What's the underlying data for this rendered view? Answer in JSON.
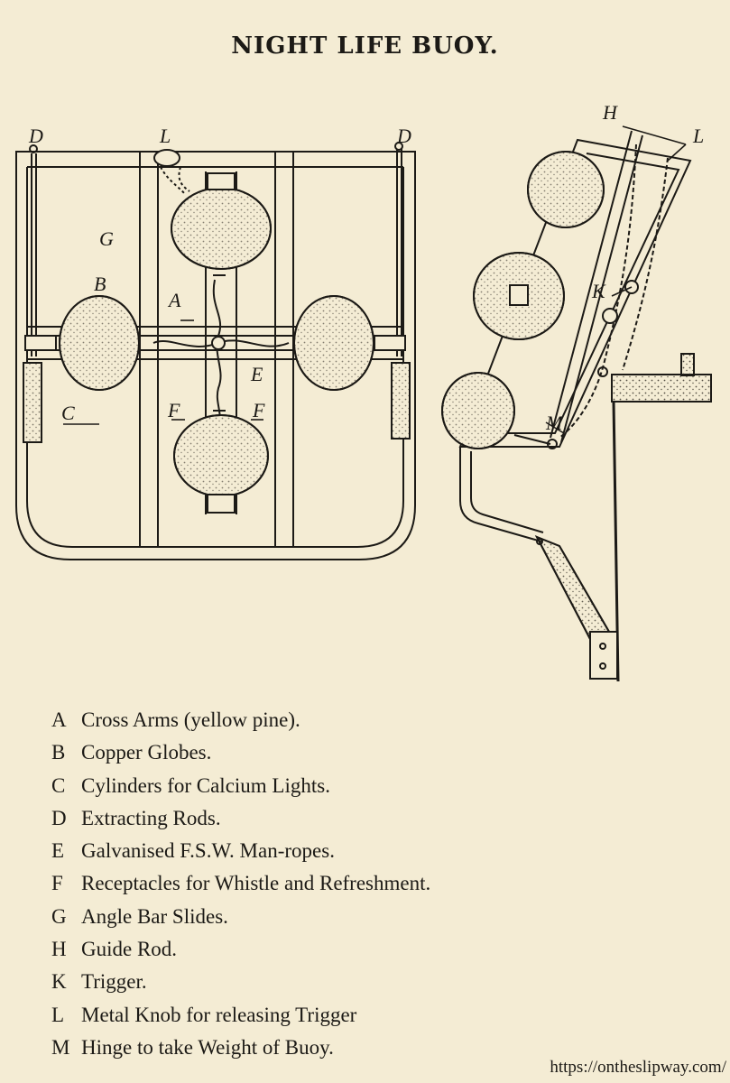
{
  "title": "NIGHT LIFE BUOY.",
  "diagram_labels": {
    "front": [
      "D",
      "L",
      "D",
      "G",
      "B",
      "A",
      "E",
      "C",
      "F",
      "F"
    ],
    "side": [
      "H",
      "L",
      "K",
      "M"
    ]
  },
  "legend": [
    {
      "key": "A",
      "text": "Cross Arms (yellow pine)."
    },
    {
      "key": "B",
      "text": "Copper Globes."
    },
    {
      "key": "C",
      "text": "Cylinders for Calcium Lights."
    },
    {
      "key": "D",
      "text": "Extracting Rods."
    },
    {
      "key": "E",
      "text": "Galvanised F.S.W. Man-ropes."
    },
    {
      "key": "F",
      "text": "Receptacles for Whistle and Refreshment."
    },
    {
      "key": "G",
      "text": "Angle Bar Slides."
    },
    {
      "key": "H",
      "text": "Guide Rod."
    },
    {
      "key": "K",
      "text": "Trigger."
    },
    {
      "key": "L",
      "text": "Metal Knob for releasing Trigger"
    },
    {
      "key": "M",
      "text": "Hinge to take Weight of Buoy."
    }
  ],
  "watermark": "https://ontheslipway.com/"
}
